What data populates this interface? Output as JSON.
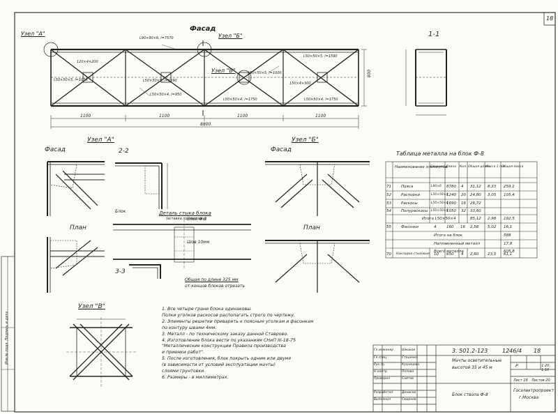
{
  "sheet_number": "18",
  "views": {
    "fasad_main": "Фасад",
    "uzel_a_ref": "Узел \"А\"",
    "uzel_b_ref": "Узел \"Б\"",
    "uzel_v_ref": "Узел \"В\"",
    "section_1_1": "1-1",
    "uzel_a_title": "Узел \"А\"",
    "uzel_b_title": "Узел \"Б\"",
    "uzel_v_title": "Узел \"В\"",
    "fasad_a": "Фасад",
    "fasad_b": "Фасад",
    "plan_a": "План",
    "plan_b": "План",
    "section_2_2": "2-2",
    "section_3_3": "3-3"
  },
  "main_dims": {
    "seg1": "1100",
    "seg2": "1100",
    "seg3": "1100",
    "seg4": "1100",
    "total": "8800",
    "height": "800"
  },
  "main_labels": {
    "l1": "L90×90×6, l=7570",
    "l2": "L50×50×5, l=1590",
    "l3": "L50×50×5, l=1590",
    "l4": "L50×50×5, l=1050",
    "l5": "L50×50×5, l=1000",
    "l6": "L50×50×4, l=950",
    "l7": "L50×50×4, l=1750",
    "l8": "L50×50×4, l=1750",
    "l9": "150×4×300",
    "l10": "120×4×200"
  },
  "detail_splice": {
    "title": "Деталь стыка блока",
    "subtitle": "(вставка по монтажу)",
    "left_block": "Блок",
    "right_block": "Блок Ф-8",
    "weld": "Шов 10мм",
    "length_note1": "Общая по длине 325 мм",
    "length_note2": "от концов блоков отрезать"
  },
  "notes": [
    "1. Все четыре грани блока одинаковы.",
    "Полки уголков раскосов располагать строго по чертежу.",
    "2. Элементы решетки приварить к поясным уголкам и фасонкам",
    "по контуру швами 4мм.",
    "3. Металл - по техническому заказу данной Ставрово.",
    "4. Изготовление блока вести по указаниям СНиП III-18-75",
    "\"Металлические конструкции Правила производства",
    "и приемки работ\".",
    "5. После изготовления, блок покрыть одним или двумя",
    "(в зависимости от условий эксплуатации мачты)",
    "слоями грунтовки.",
    "6. Размеры - в миллиметрах."
  ],
  "table": {
    "title": "Таблица металла на блок Ф-8",
    "headers": [
      "Наименование элементов",
      "Сечение",
      "Длина",
      "Кол.",
      "Общая длина",
      "Масса 1 п.м",
      "Общая масса"
    ],
    "rows": [
      {
        "pos": "71",
        "name": "Пояса",
        "section": "L90×6",
        "length": "8780",
        "qty": "4",
        "total_len": "31,12",
        "unit_mass": "8,33",
        "mass": "259,1"
      },
      {
        "pos": "52",
        "name": "Распорки",
        "section": "L50×50×4",
        "length": "1240",
        "qty": "20",
        "total_len": "24,80",
        "unit_mass": "3,05",
        "mass": "105,4"
      },
      {
        "pos": "53",
        "name": "Раскосы",
        "section": "L50×50×4",
        "length": "1690",
        "qty": "16",
        "total_len": "26,72",
        "unit_mass": "",
        "mass": ""
      },
      {
        "pos": "54",
        "name": "Полураскосы",
        "section": "L50×50×4",
        "length": "1050",
        "qty": "32",
        "total_len": "33,60",
        "unit_mass": "",
        "mass": ""
      },
      {
        "pos": "",
        "name": "",
        "section": "",
        "length": "",
        "qty": "",
        "total_len": "",
        "unit_mass": "",
        "mass": ""
      }
    ],
    "subtotal_label": "Итого L50×50×4",
    "subtotal_len": "85,12",
    "subtotal_unit": "2,98",
    "subtotal_mass": "192,5",
    "fasonki": {
      "pos": "55",
      "name": "Фасонки",
      "section": "4",
      "length": "160",
      "qty": "16",
      "total_len": "2,56",
      "unit_mass": "5,02",
      "mass": "16,1"
    },
    "total_block_label": "Итого на блок",
    "total_block": "588",
    "weld_label": "Наплавленный металл",
    "weld": "17,8",
    "total_label": "Всего металла",
    "total": "605,8",
    "plates": {
      "pos": "70",
      "name": "Накладки стыковые",
      "section": "10",
      "length": "650",
      "qty": "4",
      "total_len": "2,60",
      "unit_mass": "23,5",
      "mass": "61,1"
    }
  },
  "title_block": {
    "code": "3. 501.2-123",
    "sheet_code": "1246/4",
    "sheet_num": "18",
    "desc1": "Мачты осветительные",
    "desc2": "высотой 35 и 45 м",
    "part": "Блок ствола Ф-8",
    "org1": "Госэлектропроект",
    "org2": "г.Москва",
    "stage": "Р",
    "scale": "1:20; 1:10",
    "sheet_label": "Лист 18",
    "sheets_label": "Листов 20",
    "staff": [
      {
        "role": "Гл.инженер",
        "name": "Шмаков"
      },
      {
        "role": "Гл.спец.",
        "name": "Стеценко"
      },
      {
        "role": "Рук.гр.",
        "name": "Кузнецова"
      },
      {
        "role": "Н.контр.",
        "name": "Попова"
      },
      {
        "role": "Проверил",
        "name": "Сайтов"
      },
      {
        "role": "Разработал",
        "name": "Денисов"
      },
      {
        "role": "Выполнил",
        "name": "Смирнов"
      }
    ]
  },
  "side_stamp": "Инв.№ подл. Подпись и дата"
}
